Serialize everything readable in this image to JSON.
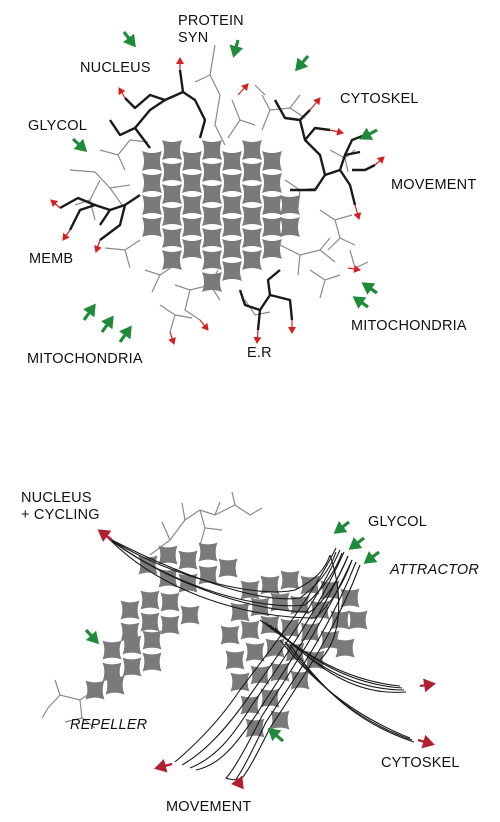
{
  "colors": {
    "cell": "#7a7a7a",
    "branch_dark": "#1a1a1a",
    "branch_light": "#8a8a8a",
    "green_arrow": "#1f8a3a",
    "red_arrow_small": "#d62020",
    "red_arrow_large": "#b02030",
    "text": "#111111"
  },
  "top_panel": {
    "labels": {
      "protein_syn_line1": "PROTEIN",
      "protein_syn_line2": "SYN",
      "nucleus": "NUCLEUS",
      "cytoskel": "CYTOSKEL",
      "glycol": "GLYCOL",
      "movement": "MOVEMENT",
      "memb": "MEMB",
      "mitochondria_right": "MITOCHONDRIA",
      "mitochondria_left": "MITOCHONDRIA",
      "er": "E.R"
    }
  },
  "bottom_panel": {
    "labels": {
      "nucleus_cycling_line1": "NUCLEUS",
      "nucleus_cycling_line2": "+ CYCLING",
      "glycol": "GLYCOL",
      "attractor": "ATTRACTOR",
      "repeller": "REPELLER",
      "cytoskel": "CYTOSKEL",
      "movement": "MOVEMENT"
    }
  },
  "icons": [
    "green-arrow-icon",
    "red-arrow-icon",
    "cell-tile-icon"
  ]
}
